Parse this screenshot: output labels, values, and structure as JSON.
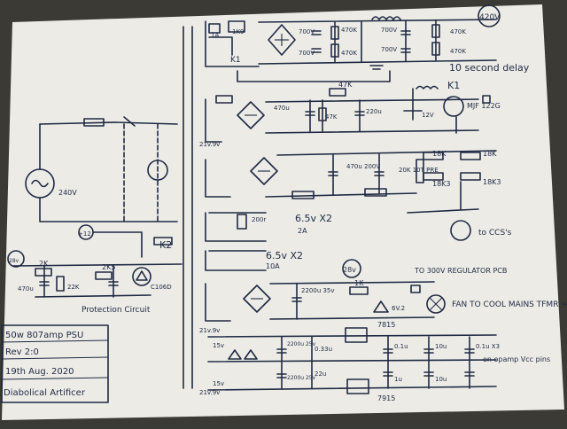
{
  "labels": {
    "v420": "420V",
    "delay": "10 second delay",
    "k1": "K1",
    "mjf": "MJF 122G",
    "v12": "12V",
    "v21a": "21v.9v",
    "v21b": "21v.9v",
    "v21c": "21v.9v",
    "mains": "240V",
    "r470k_a": "470K",
    "r470k_b": "470K",
    "r47k": "47K",
    "c700v_a": "700V",
    "c700v_b": "700V",
    "c700v_c": "700V",
    "c700v_d": "700V",
    "r1k9": "1K9",
    "fuse1": "1A",
    "c470u": "470u",
    "c470u200v": "470u 200V",
    "r20k": "20K 10T PRE",
    "r18k_a": "18K",
    "r18k_b": "18K",
    "r18k3_a": "18K3",
    "r18k3_b": "18K3",
    "to_ccs": "to CCS's",
    "v65_x2": "6.5v X2",
    "a2": "2A",
    "c200": "200r",
    "v65_x2b": "6.5v X2",
    "a10": "10A",
    "v28": "28v",
    "to_reg": "TO 300V REGULATOR PCB",
    "fan": "FAN TO COOL MAINS TFMR + PSU",
    "r1k": "1K",
    "v6v2": "6V.2",
    "c2200u35v": "2200u 35v",
    "v7815": "7815",
    "v7915": "7915",
    "c01u": "0.1u",
    "c10u": "10u",
    "c01ux3": "0.1u X3",
    "opamp": "on opamp Vcc pins",
    "v15a": "15v",
    "v15b": "15v",
    "c1u": "1u",
    "c10u_b": "10u",
    "c2200u25v_a": "2200u 25v",
    "c2200u25v_b": "2200u 25v",
    "c033u": "0.33u",
    "c22u": "22u",
    "plus12": "+12",
    "k2": "K2",
    "c106d": "C106D",
    "r2k": "2K",
    "r2k5": "2K5",
    "r22k": "22K",
    "c470u_b": "470u",
    "v28b": "28v",
    "prot": "Protection Circuit",
    "r220u": "220u",
    "c47k": "47K"
  },
  "title_block": {
    "line1": "50w 807amp PSU",
    "line2": "Rev 2:0",
    "line3": "19th Aug. 2020",
    "line4": "Diabolical Artificer"
  }
}
